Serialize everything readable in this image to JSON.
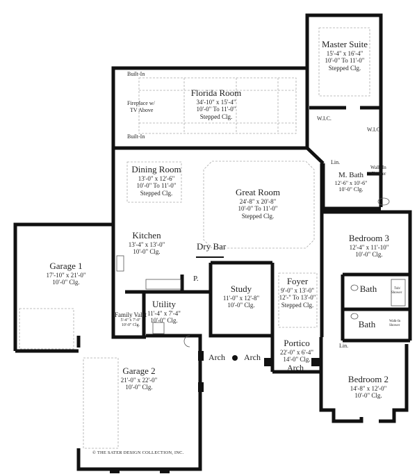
{
  "rooms": {
    "master_suite": {
      "name": "Master Suite",
      "size": "15'-4\" x 16'-4\"",
      "ceiling": "10'-0\" To 11'-0\"",
      "note": "Stepped Clg."
    },
    "florida_room": {
      "name": "Florida Room",
      "size": "34'-10\" x 15'-4\"",
      "ceiling": "10'-0\" To 11'-0\"",
      "note": "Stepped Clg."
    },
    "dining_room": {
      "name": "Dining Room",
      "size": "13'-0\" x 12'-6\"",
      "ceiling": "10'-0\" To 11'-0\"",
      "note": "Stepped Clg."
    },
    "great_room": {
      "name": "Great Room",
      "size": "24'-8\" x 20'-8\"",
      "ceiling": "10'-0\" To 11'-0\"",
      "note": "Stepped Clg."
    },
    "kitchen": {
      "name": "Kitchen",
      "size": "13'-4\" x 13'-0\"",
      "ceiling": "10'-0\"  Clg."
    },
    "garage_1": {
      "name": "Garage 1",
      "size": "17'-10\" x 21'-0\"",
      "ceiling": "10'-0\"  Clg."
    },
    "garage_2": {
      "name": "Garage 2",
      "size": "21'-0\" x 22'-0\"",
      "ceiling": "10'-0\"  Clg."
    },
    "utility": {
      "name": "Utility",
      "size": "11'-4\" x 7'-4\"",
      "ceiling": "10'-0\"  Clg."
    },
    "family_valet": {
      "name": "Family Valet",
      "size": "5'-4\" x 7'-0\"",
      "ceiling": "10'-0\" Clg."
    },
    "study": {
      "name": "Study",
      "size": "11'-0\" x 12'-8\"",
      "ceiling": "10'-0\"  Clg."
    },
    "foyer": {
      "name": "Foyer",
      "size": "9'-0\" x 13'-0\"",
      "ceiling": "12'-\" To 13'-0\"",
      "note": "Stepped Clg."
    },
    "portico": {
      "name": "Portico",
      "size": "22'-0\" x 6'-4\"",
      "ceiling": "14'-0\"  Clg."
    },
    "m_bath": {
      "name": "M. Bath",
      "size": "12'-6\" x 10'-6\"",
      "ceiling": "10'-0\" Clg."
    },
    "bedroom_3": {
      "name": "Bedroom 3",
      "size": "12'-4\" x 11'-10\"",
      "ceiling": "10'-0\" Clg."
    },
    "bedroom_2": {
      "name": "Bedroom 2",
      "size": "14'-8\" x 12'-0\"",
      "ceiling": "10'-0\" Clg."
    },
    "bath_a": {
      "name": "Bath"
    },
    "bath_b": {
      "name": "Bath"
    }
  },
  "labels": {
    "built_in_top": "Built-In",
    "built_in_bottom": "Built-In",
    "fireplace": "Fireplace w/",
    "fireplace_2": "TV Above",
    "wic_left": "W.I.C.",
    "wic_right": "W.I.C.",
    "lin_master": "Lin.",
    "walk_in_shower_master": "Walk-In",
    "walk_in_shower_master_2": "Shower",
    "dry_bar": "Dry Bar",
    "pantry": "P.",
    "tub_shower": "Tub/",
    "tub_shower_2": "Shower",
    "walk_in_shower_bath": "Walk-In",
    "walk_in_shower_bath_2": "Shower",
    "lin_bed2": "Lin.",
    "arch_left": "Arch",
    "arch_mid": "Arch",
    "arch_portico": "Arch"
  },
  "copyright": "© THE SATER DESIGN COLLECTION, INC."
}
